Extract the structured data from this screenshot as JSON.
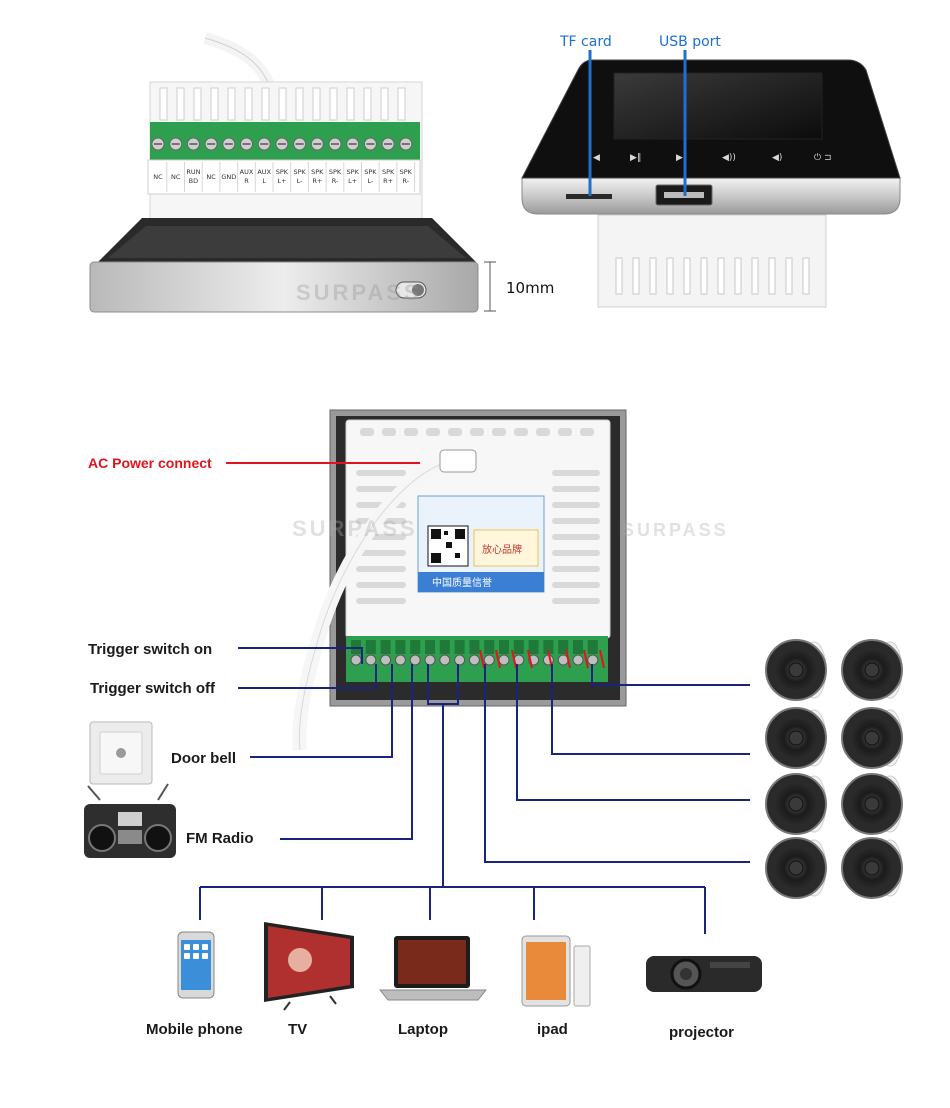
{
  "top_left": {
    "terminal_labels": [
      "NC",
      "NC",
      "RUN BD",
      "NC",
      "GND",
      "AUX R",
      "AUX L",
      "SPK L+",
      "SPK L-",
      "SPK R+",
      "SPK R-",
      "SPK L+",
      "SPK L-",
      "SPK R+",
      "SPK R-"
    ],
    "dimension_label": "10mm",
    "watermark": "SURPASS"
  },
  "top_right": {
    "tf_card_label": "TF card",
    "usb_port_label": "USB port"
  },
  "wiring": {
    "ac_power_label": "AC Power connect",
    "trigger_on_label": "Trigger switch on",
    "trigger_off_label": "Trigger switch off",
    "door_bell_label": "Door bell",
    "fm_radio_label": "FM Radio",
    "watermark": "SURPASS",
    "sticker_text": "中国质量信誉"
  },
  "devices": {
    "mobile_phone": "Mobile phone",
    "tv": "TV",
    "laptop": "Laptop",
    "ipad": "ipad",
    "projector": "projector"
  },
  "colors": {
    "wire_blue": "#1a237e",
    "ac_red": "#e0141e",
    "label_blue": "#1e6fd0",
    "terminal_green": "#2e9e4f"
  }
}
